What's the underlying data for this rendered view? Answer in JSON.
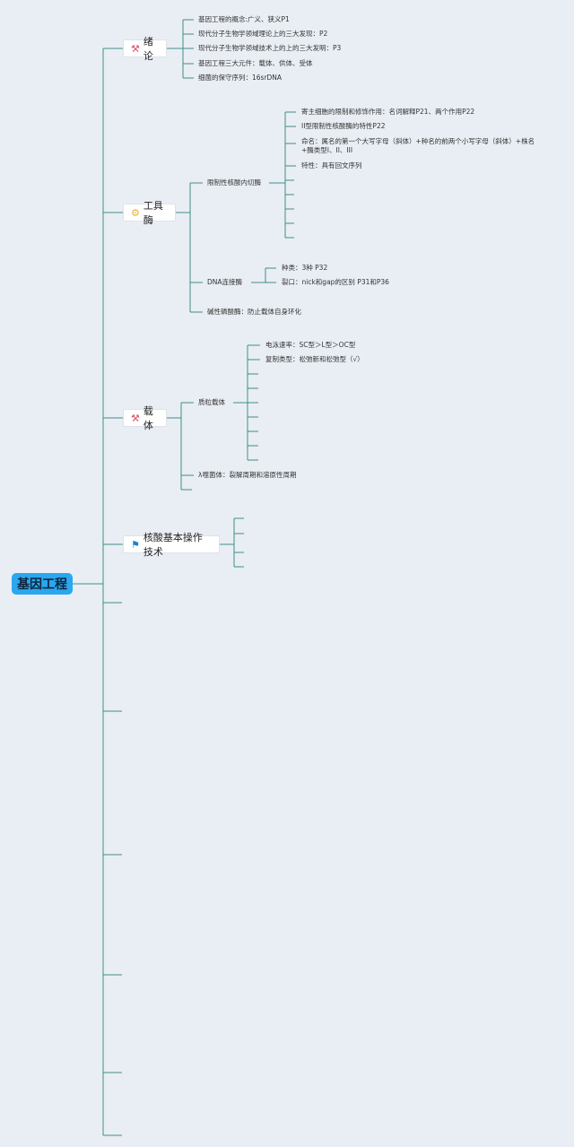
{
  "root": {
    "label": "基因工程"
  },
  "topics": {
    "intro": {
      "label": "绪论",
      "icon": "tools-icon",
      "items": [
        "基因工程的概念:广义、狭义P1",
        "现代分子生物学领域理论上的三大发现：P2",
        "现代分子生物学领域技术上的上的三大发明：P3",
        "基因工程三大元件：载体、供体、受体",
        "细菌的保守序列：16srDNA"
      ]
    },
    "enzymes": {
      "label": "工具酶",
      "icon": "gear-icon",
      "restriction": {
        "label": "限制性核酸内切酶",
        "items": [
          "寄主细胞的限制和修饰作用：名词解释P21、两个作用P22",
          "II型限制性核酸酶的特性P22",
          "命名：属名的第一个大写字母（斜体）+种名的前两个小写字母（斜体）+株名+酶类型I、II、III",
          "特性：具有回文序列"
        ]
      },
      "ligase": {
        "label": "DNA连接酶",
        "items": [
          "种类：3种 P32",
          "裂口：nick和gap的区别 P31和P36"
        ]
      },
      "phosphatase": {
        "label": "碱性磷酸酶：防止载体自身环化"
      }
    },
    "vector": {
      "label": "载体",
      "icon": "tools-icon",
      "plasmid": {
        "label": "质粒载体",
        "items": [
          "电泳速率：SC型＞L型＞OC型",
          "复制类型：松弛新和松弛型（√）"
        ]
      },
      "phage": {
        "label": "λ噬菌体：裂解周期和溶原性周期"
      }
    },
    "nucleic": {
      "label": "核酸基本操作技术",
      "icon": "flag-icon"
    }
  },
  "colors": {
    "line": "#3f8f86",
    "root": "#2aa7f0",
    "background": "#e9eef4"
  }
}
